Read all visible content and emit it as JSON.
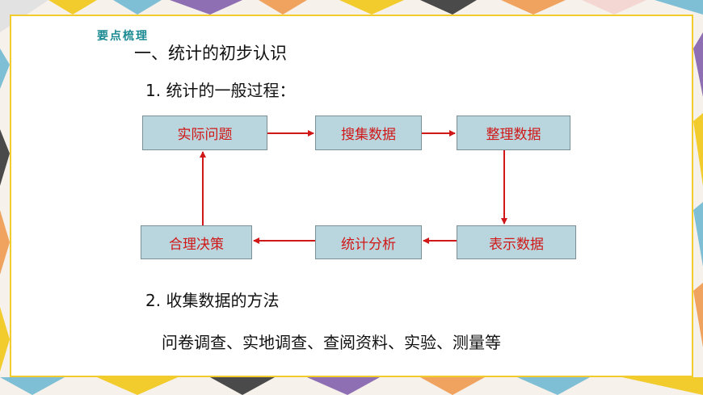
{
  "slide": {
    "section_tag": "要点梳理",
    "heading": "一、统计的初步认识",
    "sub1": "1. 统计的一般过程：",
    "sub2": "2. 收集数据的方法",
    "methods": "问卷调查、实地调查、查阅资料、实验、测量等"
  },
  "flow": {
    "nodes": [
      {
        "id": "n1",
        "label": "实际问题"
      },
      {
        "id": "n2",
        "label": "搜集数据"
      },
      {
        "id": "n3",
        "label": "整理数据"
      },
      {
        "id": "n4",
        "label": "表示数据"
      },
      {
        "id": "n5",
        "label": "统计分析"
      },
      {
        "id": "n6",
        "label": "合理决策"
      }
    ],
    "edges": [
      {
        "from": "n1",
        "to": "n2"
      },
      {
        "from": "n2",
        "to": "n3"
      },
      {
        "from": "n3",
        "to": "n4"
      },
      {
        "from": "n4",
        "to": "n5"
      },
      {
        "from": "n5",
        "to": "n6"
      },
      {
        "from": "n6",
        "to": "n1"
      }
    ]
  },
  "colors": {
    "box_fill": "#b9d6de",
    "label_red": "#d01818",
    "frame_yellow": "#f2cc2c",
    "tag_teal": "#1b8a93"
  }
}
